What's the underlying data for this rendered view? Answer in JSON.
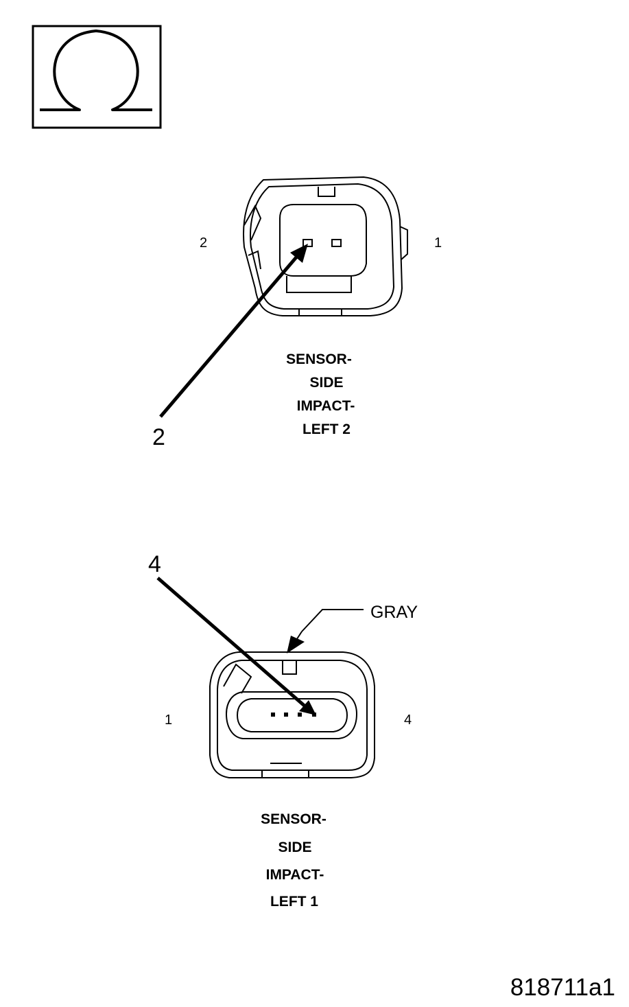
{
  "ohm_symbol": {
    "icon": "ohm-icon"
  },
  "connector_top": {
    "pin_left": "2",
    "pin_right": "1",
    "callout": "2",
    "caption_lines": [
      "SENSOR-",
      "SIDE",
      "IMPACT-",
      "LEFT 2"
    ]
  },
  "connector_bottom": {
    "pin_left": "1",
    "pin_right": "4",
    "callout": "4",
    "color": "GRAY",
    "caption_lines": [
      "SENSOR-",
      "SIDE",
      "IMPACT-",
      "LEFT 1"
    ]
  },
  "figure_id": "818711a1"
}
